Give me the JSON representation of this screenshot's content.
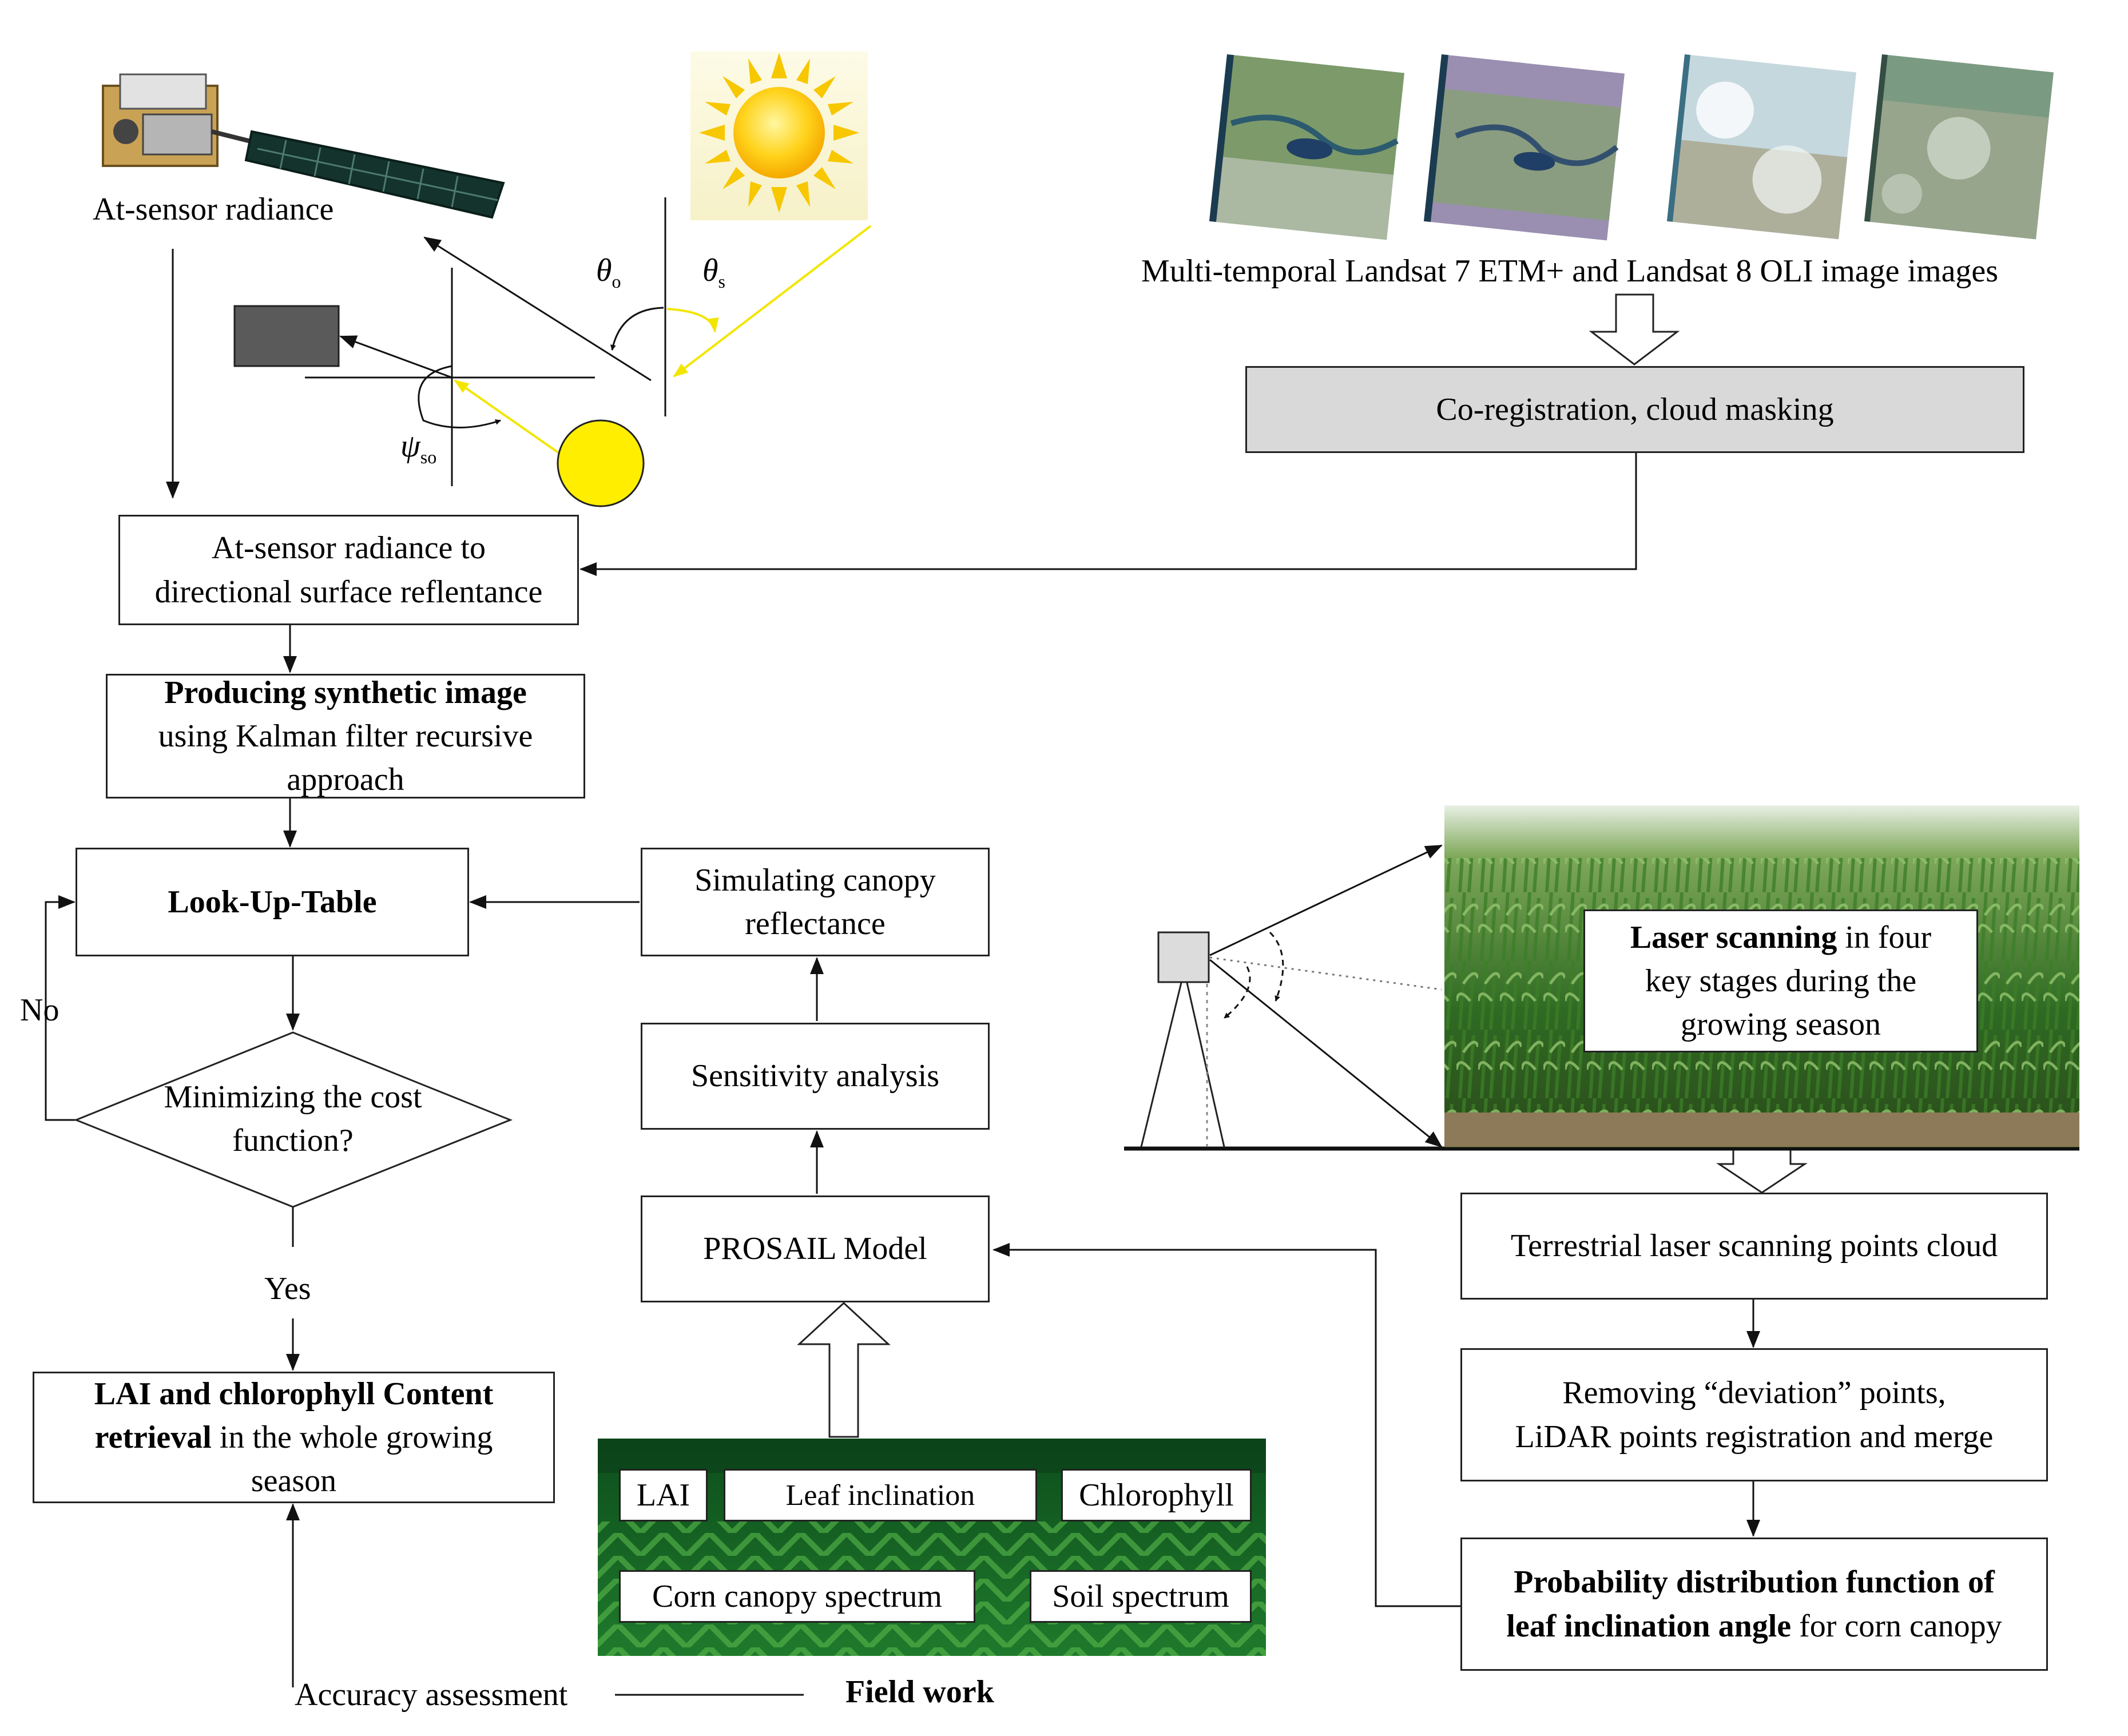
{
  "top_left": {
    "at_sensor_label": "At-sensor radiance",
    "theta_o": "θ",
    "theta_o_sub": "o",
    "theta_s": "θ",
    "theta_s_sub": "s",
    "psi": "ψ",
    "psi_sub": "so"
  },
  "top_right": {
    "caption": "Multi-temporal Landsat 7 ETM+ and Landsat 8 OLI image images",
    "coreg": "Co-registration, cloud masking"
  },
  "flow_left": {
    "radiance_box": [
      "At-sensor radiance to",
      "directional surface reflentance"
    ],
    "synthetic_bold": "Producing synthetic image",
    "synthetic_rest": [
      "using Kalman filter recursive",
      "approach"
    ],
    "lut": "Look-Up-Table",
    "decision": [
      "Minimizing the cost",
      "function?"
    ],
    "no": "No",
    "yes": "Yes",
    "result_bold_1": "LAI and chlorophyll Content",
    "result_bold_2": "retrieval",
    "result_rest_2": " in the whole growing",
    "result_line_3": "season",
    "accuracy": "Accuracy assessment"
  },
  "flow_mid": {
    "simulating": [
      "Simulating canopy",
      "reflectance"
    ],
    "sensitivity": "Sensitivity analysis",
    "prosail": "PROSAIL Model",
    "field_work": "Field work",
    "field_labels": {
      "lai": "LAI",
      "leaf_inclination": "Leaf inclination",
      "chlorophyll": "Chlorophyll",
      "corn_canopy": "Corn canopy spectrum",
      "soil": "Soil spectrum"
    }
  },
  "flow_right": {
    "laser_bold": "Laser scanning",
    "laser_rest_1": " in four",
    "laser_line_2": "key  stages during the",
    "laser_line_3": "growing season",
    "tls": "Terrestrial laser scanning  points cloud",
    "removing": [
      "Removing “deviation” points,",
      "LiDAR points registration and merge"
    ],
    "pdf_bold_1": "Probability distribution function of",
    "pdf_bold_2": "leaf inclination angle",
    "pdf_rest_2": " for corn canopy"
  }
}
